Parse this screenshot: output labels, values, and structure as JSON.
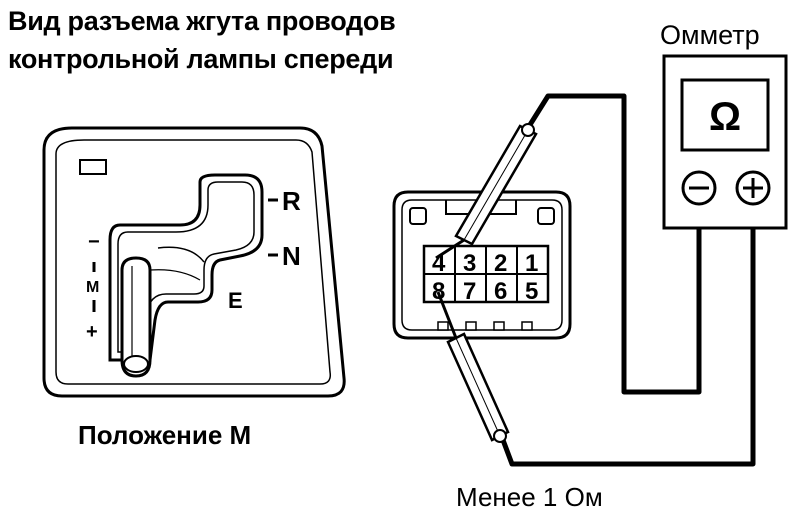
{
  "title_lines": [
    "Вид разъема жгута проводов",
    "контрольной лампы спереди"
  ],
  "meter": {
    "label": "Омметр",
    "display_symbol": "Ω",
    "terminal_negative": "−",
    "terminal_positive": "+"
  },
  "shifter": {
    "caption": "Положение М",
    "gate_labels": {
      "r": "R",
      "n": "N",
      "e": "E"
    },
    "side_scale": [
      "−",
      "M",
      "+"
    ]
  },
  "connector": {
    "pins_top": [
      "4",
      "3",
      "2",
      "1"
    ],
    "pins_bottom": [
      "8",
      "7",
      "6",
      "5"
    ]
  },
  "measurement": {
    "result": "Менее 1 Ом"
  }
}
